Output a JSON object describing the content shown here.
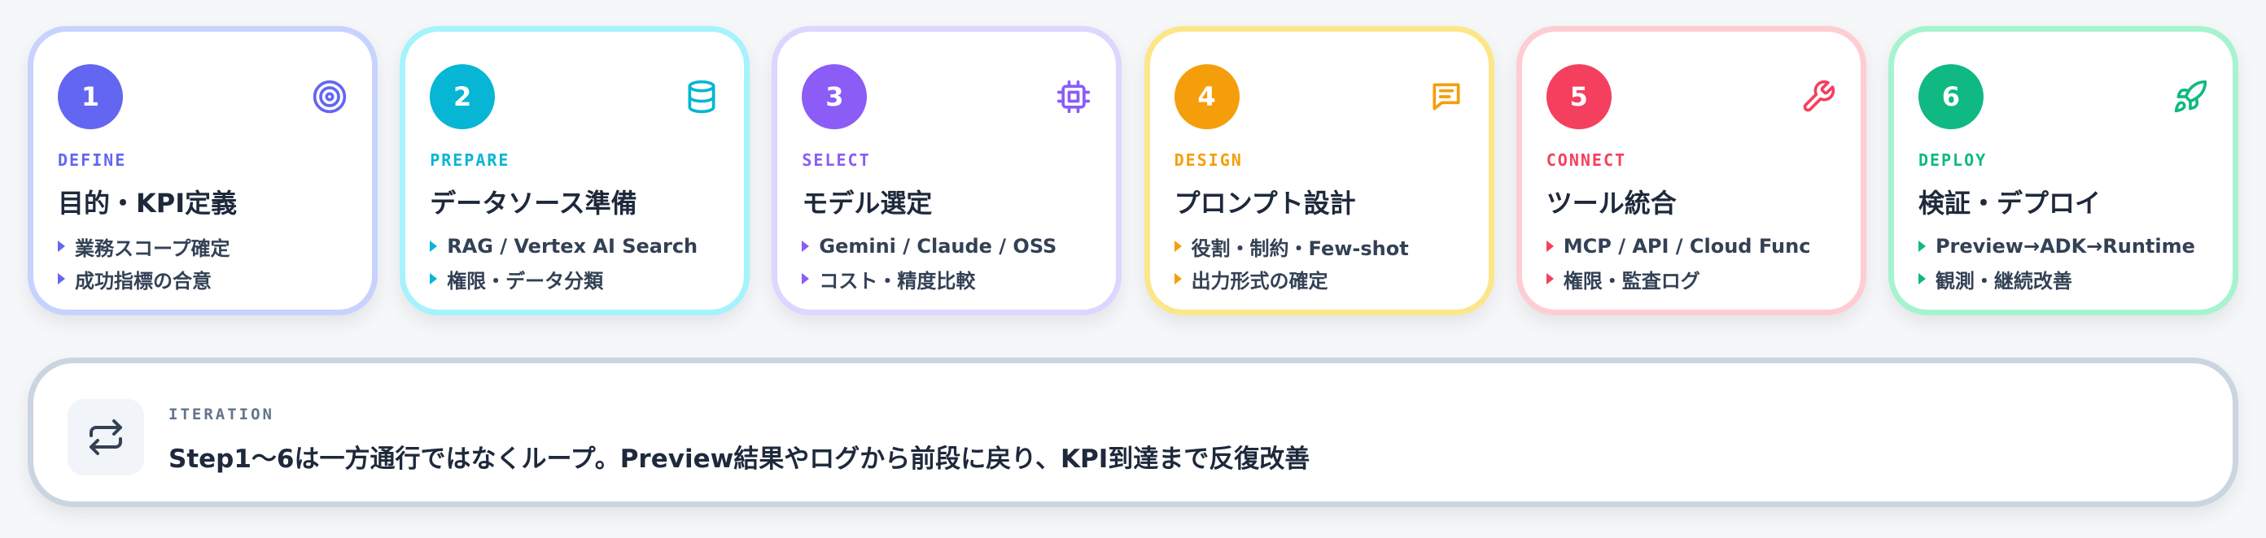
{
  "steps": [
    {
      "number": "1",
      "tag": "DEFINE",
      "title": "目的・KPI定義",
      "bullets": [
        "業務スコープ確定",
        "成功指標の合意"
      ],
      "icon": "target-icon",
      "accent": "#6366f1",
      "border": "#c7d2fe"
    },
    {
      "number": "2",
      "tag": "PREPARE",
      "title": "データソース準備",
      "bullets": [
        "RAG / Vertex AI Search",
        "権限・データ分類"
      ],
      "icon": "database-icon",
      "accent": "#06b6d4",
      "border": "#a5f3fc"
    },
    {
      "number": "3",
      "tag": "SELECT",
      "title": "モデル選定",
      "bullets": [
        "Gemini / Claude / OSS",
        "コスト・精度比較"
      ],
      "icon": "cpu-icon",
      "accent": "#8b5cf6",
      "border": "#ddd6fe"
    },
    {
      "number": "4",
      "tag": "DESIGN",
      "title": "プロンプト設計",
      "bullets": [
        "役割・制約・Few-shot",
        "出力形式の確定"
      ],
      "icon": "message-icon",
      "accent": "#f59e0b",
      "border": "#fde68a"
    },
    {
      "number": "5",
      "tag": "CONNECT",
      "title": "ツール統合",
      "bullets": [
        "MCP / API / Cloud Func",
        "権限・監査ログ"
      ],
      "icon": "wrench-icon",
      "accent": "#f43f5e",
      "border": "#fecdd3"
    },
    {
      "number": "6",
      "tag": "DEPLOY",
      "title": "検証・デプロイ",
      "bullets": [
        "Preview→ADK→Runtime",
        "観測・継続改善"
      ],
      "icon": "rocket-icon",
      "accent": "#10b981",
      "border": "#a7f3d0"
    }
  ],
  "iteration": {
    "label": "ITERATION",
    "text": "Step1〜6は一方通行ではなくループ。Preview結果やログから前段に戻り、KPI到達まで反復改善",
    "icon": "repeat-icon"
  }
}
